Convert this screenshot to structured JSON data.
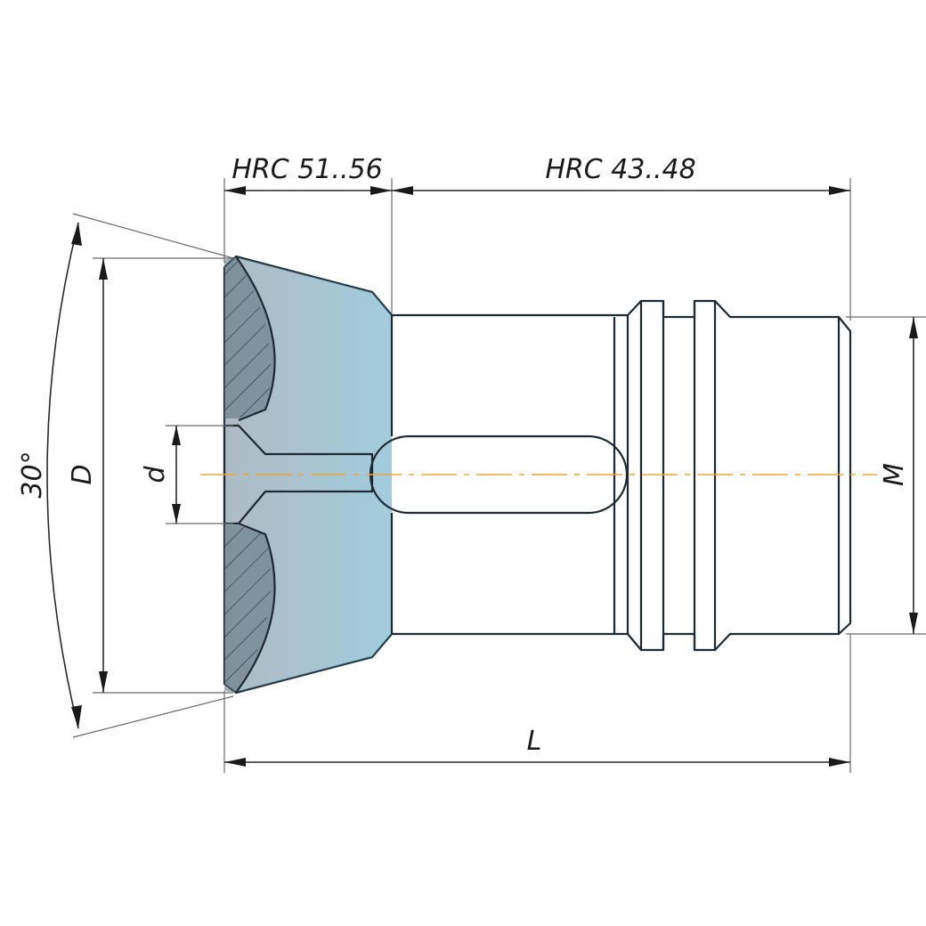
{
  "drawing": {
    "hardness_front": "HRC 51..56",
    "hardness_rear": "HRC 43..48",
    "angle_label": "30°",
    "diameter_outer_label": "D",
    "diameter_bore_label": "d",
    "thread_label": "M",
    "length_label": "L"
  },
  "colors": {
    "body_light": "#1ec8f0",
    "body_dark": "#3d6f87",
    "outline": "#1e2a33",
    "centerline": "#f2a33a"
  }
}
